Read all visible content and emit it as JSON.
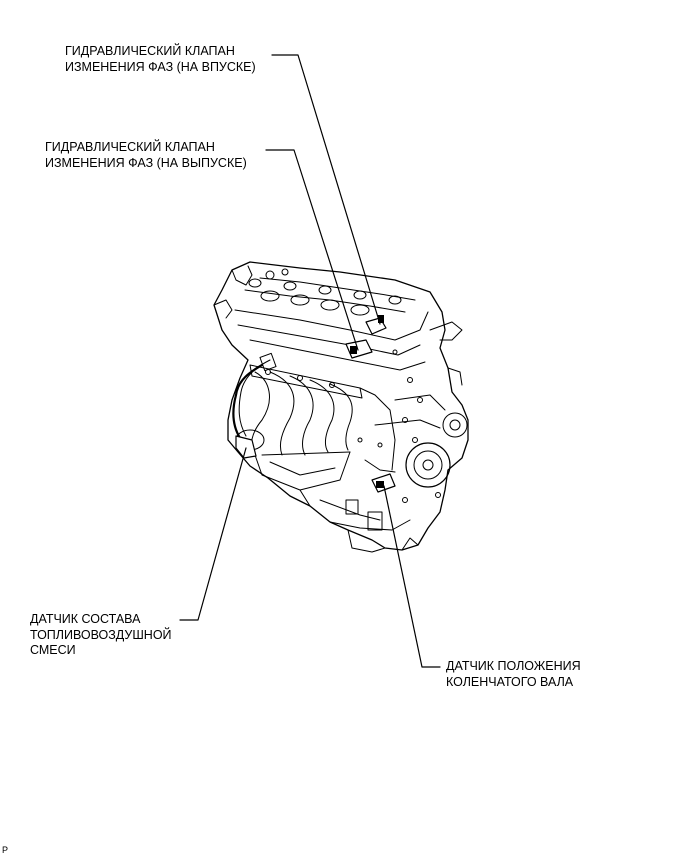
{
  "labels": {
    "intake_ocv": {
      "line1": "ГИДРАВЛИЧЕСКИЙ КЛАПАН",
      "line2": "ИЗМЕНЕНИЯ ФАЗ (НА ВПУСКЕ)"
    },
    "exhaust_ocv": {
      "line1": "ГИДРАВЛИЧЕСКИЙ КЛАПАН",
      "line2": "ИЗМЕНЕНИЯ ФАЗ (НА ВЫПУСКЕ)"
    },
    "af_sensor": {
      "line1": "ДАТЧИК СОСТАВА",
      "line2": "ТОПЛИВОВОЗДУШНОЙ",
      "line3": "СМЕСИ"
    },
    "ckp_sensor": {
      "line1": "ДАТЧИК ПОЛОЖЕНИЯ",
      "line2": "КОЛЕНЧАТОГО ВАЛА"
    }
  },
  "footer": {
    "code": "P"
  }
}
